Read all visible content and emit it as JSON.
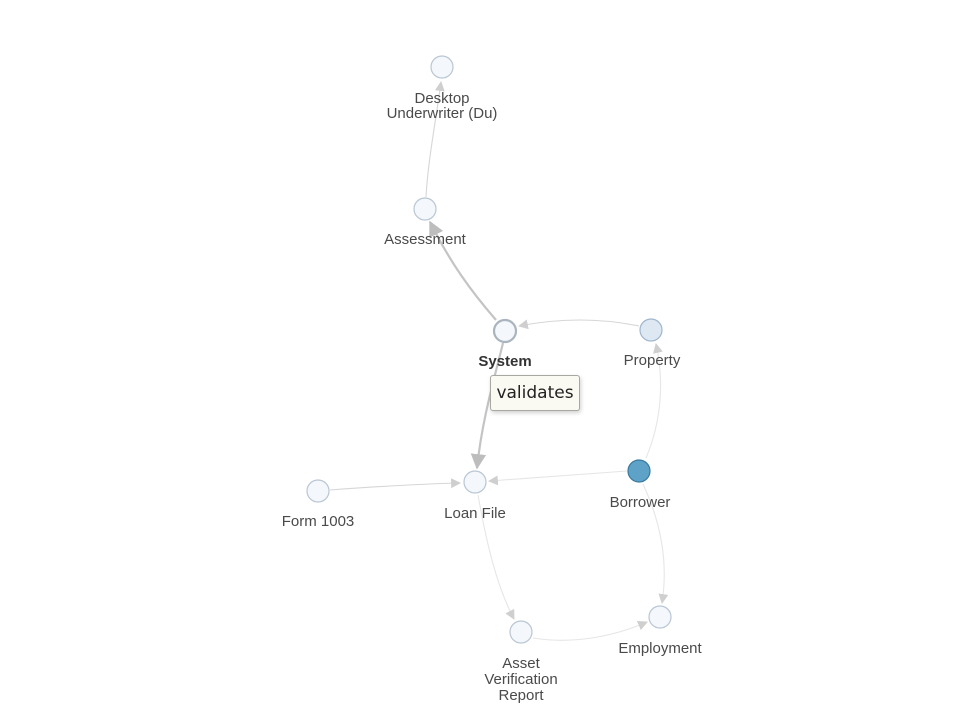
{
  "nodes": [
    {
      "id": "desktop_underwriter",
      "label_lines": [
        "Desktop",
        "Underwriter (Du)"
      ],
      "style": "default"
    },
    {
      "id": "assessment",
      "label_lines": [
        "Assessment"
      ],
      "style": "default"
    },
    {
      "id": "system",
      "label_lines": [
        "System"
      ],
      "style": "selected"
    },
    {
      "id": "property",
      "label_lines": [
        "Property"
      ],
      "style": "prop"
    },
    {
      "id": "borrower",
      "label_lines": [
        "Borrower"
      ],
      "style": "focus"
    },
    {
      "id": "form_1003",
      "label_lines": [
        "Form 1003"
      ],
      "style": "default"
    },
    {
      "id": "loan_file",
      "label_lines": [
        "Loan File"
      ],
      "style": "default"
    },
    {
      "id": "asset_verification_report",
      "label_lines": [
        "Asset",
        "Verification",
        "Report"
      ],
      "style": "default"
    },
    {
      "id": "employment",
      "label_lines": [
        "Employment"
      ],
      "style": "default"
    }
  ],
  "edges": [
    {
      "from": "assessment",
      "to": "desktop_underwriter"
    },
    {
      "from": "system",
      "to": "assessment"
    },
    {
      "from": "property",
      "to": "system"
    },
    {
      "from": "system",
      "to": "loan_file"
    },
    {
      "from": "borrower",
      "to": "property"
    },
    {
      "from": "borrower",
      "to": "loan_file"
    },
    {
      "from": "form_1003",
      "to": "loan_file"
    },
    {
      "from": "loan_file",
      "to": "asset_verification_report"
    },
    {
      "from": "asset_verification_report",
      "to": "employment"
    },
    {
      "from": "borrower",
      "to": "employment"
    }
  ],
  "tooltip": {
    "text": "validates"
  },
  "colors": {
    "node_fill": "#f4f7fb",
    "node_stroke": "#b9c6d3",
    "property_fill": "#dde8f3",
    "borrower_fill": "#5fa2c8",
    "edge": "#d6d6d6",
    "label": "#4a4a4a"
  }
}
